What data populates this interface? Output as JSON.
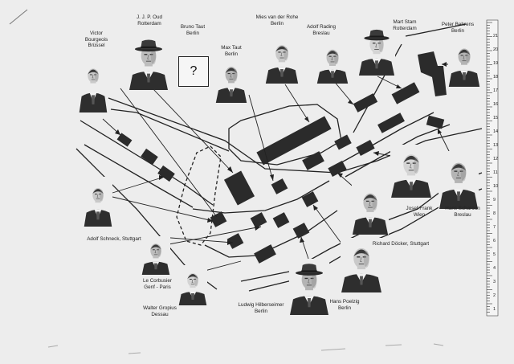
{
  "question_mark": "?",
  "architects": [
    {
      "id": "victor-bourgeois",
      "lines": [
        "Victor",
        "Bourgeois",
        "Brüssel"
      ]
    },
    {
      "id": "jjp-oud",
      "lines": [
        "J. J. P. Oud",
        "Rotterdam"
      ]
    },
    {
      "id": "bruno-taut",
      "lines": [
        "Bruno Taut",
        "Berlin"
      ]
    },
    {
      "id": "max-taut",
      "lines": [
        "Max Taut",
        "Berlin"
      ]
    },
    {
      "id": "mies-van-der-rohe",
      "lines": [
        "Mies van der Rohe",
        "Berlin"
      ]
    },
    {
      "id": "adolf-rading",
      "lines": [
        "Adolf Rading",
        "Breslau"
      ]
    },
    {
      "id": "mart-stam",
      "lines": [
        "Mart Stam",
        "Rotterdam"
      ]
    },
    {
      "id": "peter-behrens",
      "lines": [
        "Peter Behrens",
        "Berlin"
      ]
    },
    {
      "id": "adolf-schneck",
      "lines": [
        "Adolf Schneck, Stuttgart"
      ]
    },
    {
      "id": "le-corbusier",
      "lines": [
        "Le Corbusier",
        "Genf - Paris"
      ]
    },
    {
      "id": "walter-gropius",
      "lines": [
        "Walter Gropius",
        "Dessau"
      ]
    },
    {
      "id": "ludwig-hilberseimer",
      "lines": [
        "Ludwig Hilberseimer",
        "Berlin"
      ]
    },
    {
      "id": "hans-poelzig",
      "lines": [
        "Hans Poelzig",
        "Berlin"
      ]
    },
    {
      "id": "richard-docker",
      "lines": [
        "Richard Döcker, Stuttgart"
      ]
    },
    {
      "id": "josef-frank",
      "lines": [
        "Josef Frank",
        "Wien"
      ]
    },
    {
      "id": "hans-scharoun",
      "lines": [
        "Hans Scharoun",
        "Breslau"
      ]
    }
  ],
  "ruler_labels": [
    "21",
    "20",
    "19",
    "18",
    "17",
    "16",
    "15",
    "14",
    "13",
    "12",
    "11",
    "10",
    "9",
    "8",
    "7",
    "6",
    "5",
    "4",
    "3",
    "2",
    "1"
  ]
}
